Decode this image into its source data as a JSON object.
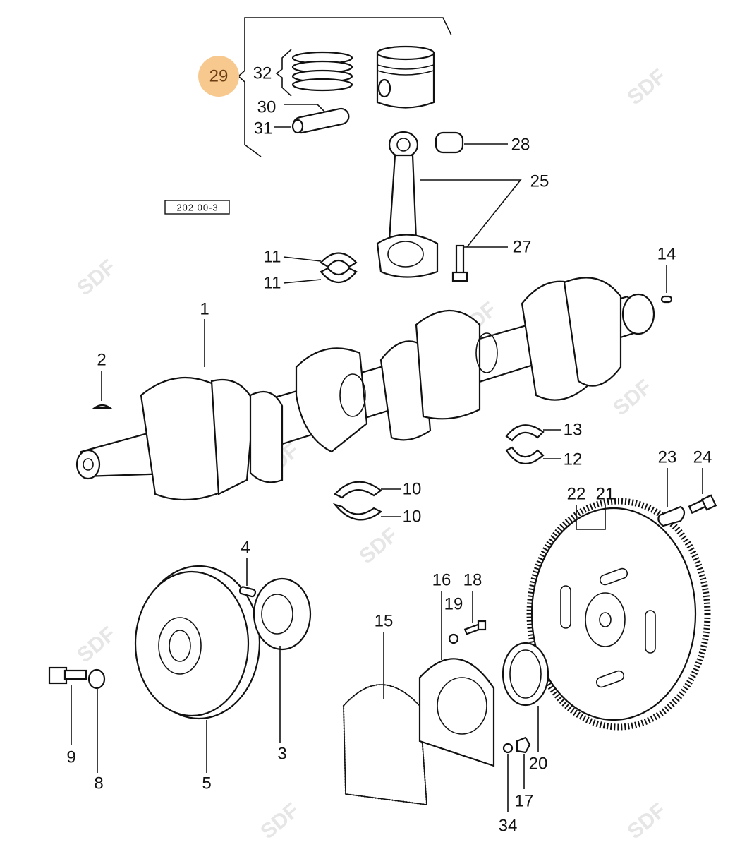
{
  "diagram": {
    "reference_code": "202 00-3",
    "highlighted_callout": "29",
    "highlight_color": "#f7c98f",
    "watermark": "SDF",
    "callouts": [
      "29",
      "32",
      "30",
      "31",
      "28",
      "25",
      "27",
      "11",
      "11",
      "14",
      "1",
      "2",
      "13",
      "12",
      "23",
      "24",
      "22",
      "21",
      "10",
      "10",
      "4",
      "16",
      "18",
      "19",
      "15",
      "9",
      "8",
      "5",
      "3",
      "20",
      "17",
      "34"
    ]
  }
}
